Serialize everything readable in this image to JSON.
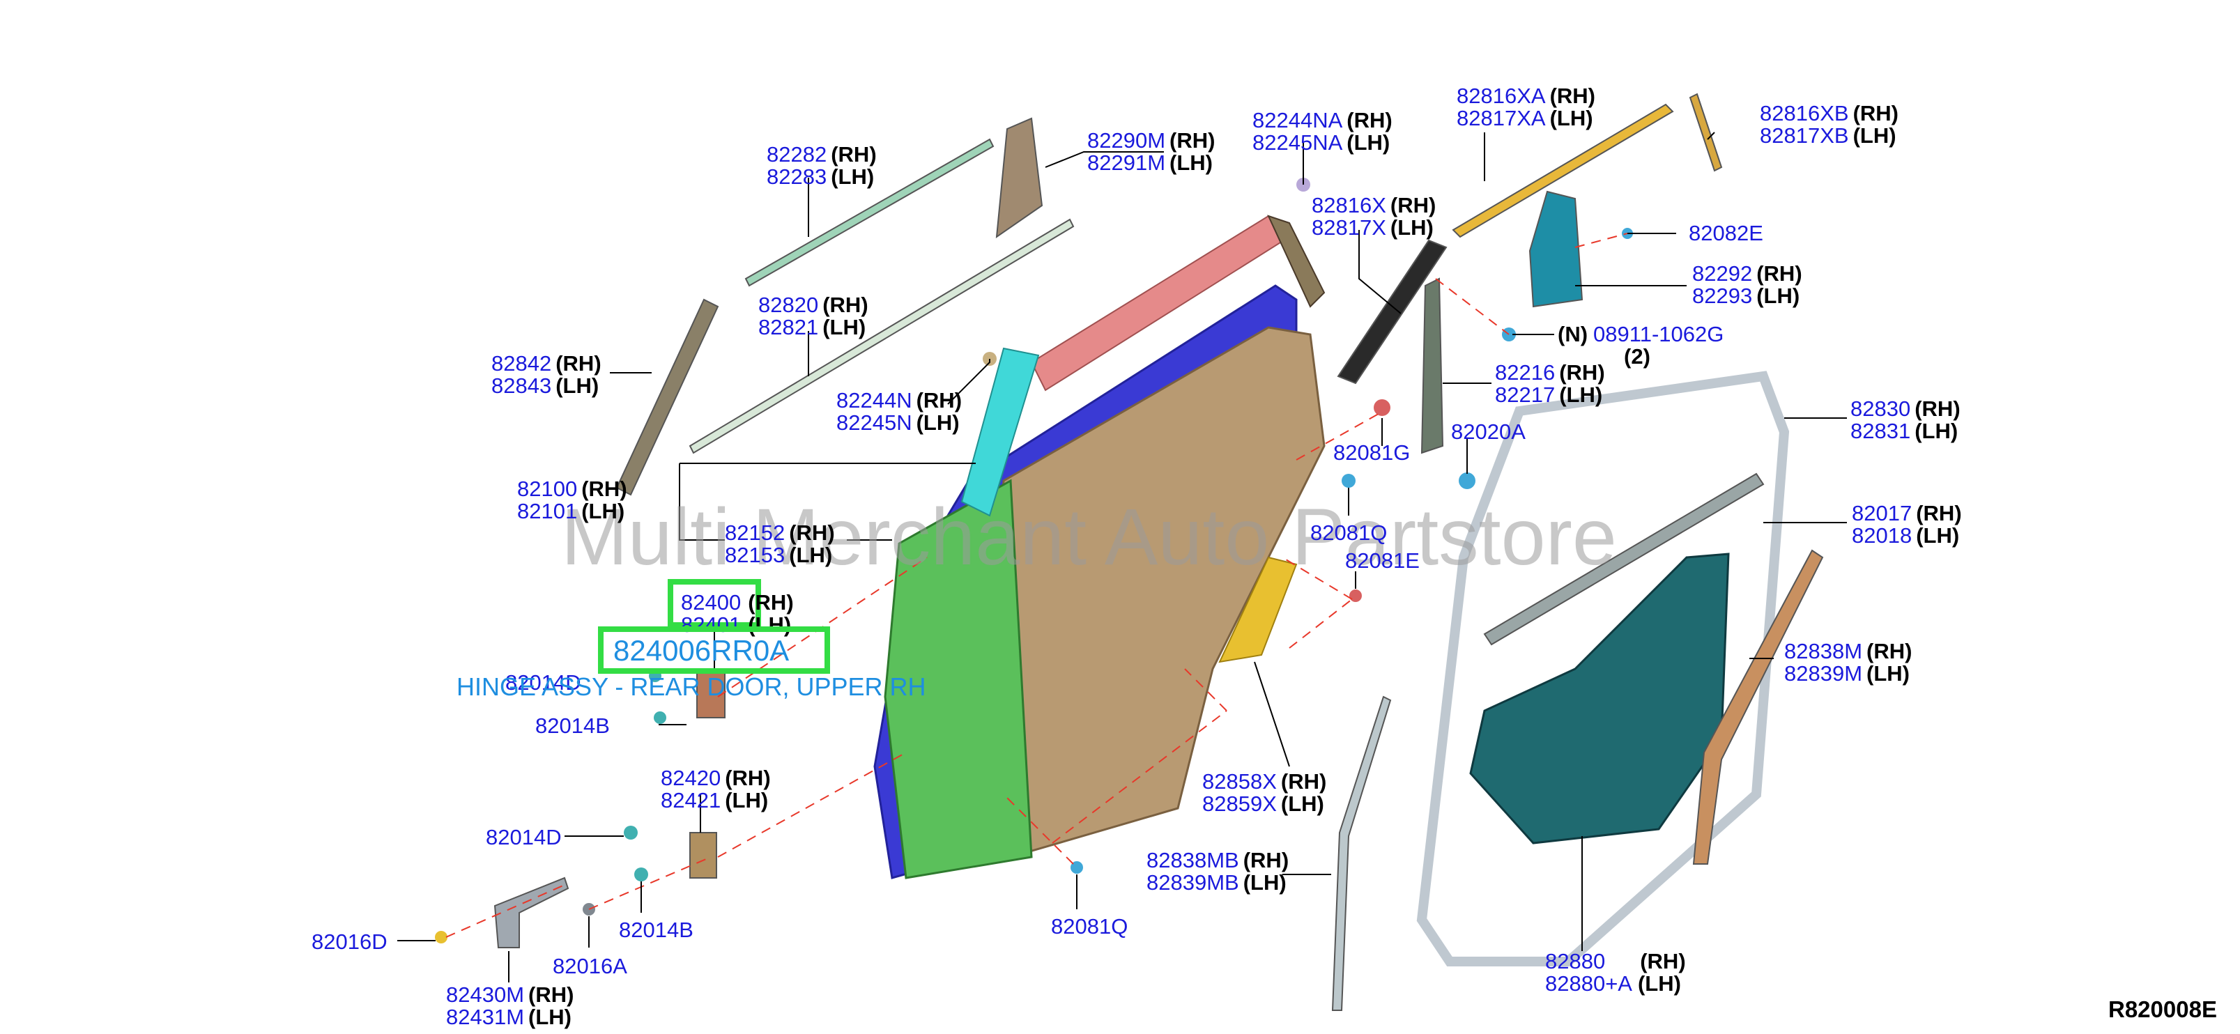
{
  "diagram_code": "R820008E",
  "watermark": "Multi Merchant Auto Partstore",
  "highlight": {
    "part_number": "824006RR0A",
    "description": "HINGE ASSY - REAR DOOR, UPPER RH"
  },
  "labels": [
    {
      "id": "l01",
      "a": "82282",
      "b": "82283",
      "ar": "(RH)",
      "br": "(LH)"
    },
    {
      "id": "l02",
      "a": "82290M",
      "b": "82291M",
      "ar": "(RH)",
      "br": "(LH)"
    },
    {
      "id": "l03",
      "a": "82244NA",
      "b": "82245NA",
      "ar": "(RH)",
      "br": "(LH)"
    },
    {
      "id": "l04",
      "a": "82816XA",
      "b": "82817XA",
      "ar": "(RH)",
      "br": "(LH)"
    },
    {
      "id": "l05",
      "a": "82816XB",
      "b": "82817XB",
      "ar": "(RH)",
      "br": "(LH)"
    },
    {
      "id": "l06",
      "a": "82816X",
      "b": "82817X",
      "ar": "(RH)",
      "br": "(LH)"
    },
    {
      "id": "l07",
      "a": "82082E",
      "b": "",
      "ar": "",
      "br": ""
    },
    {
      "id": "l08",
      "a": "82292",
      "b": "82293",
      "ar": "(RH)",
      "br": "(LH)"
    },
    {
      "id": "l09",
      "a": "82820",
      "b": "82821",
      "ar": "(RH)",
      "br": "(LH)"
    },
    {
      "id": "l10",
      "a": "82842",
      "b": "82843",
      "ar": "(RH)",
      "br": "(LH)"
    },
    {
      "id": "l11",
      "a": "08911-1062G",
      "b": "",
      "ar": "(N)",
      "br": "(2)"
    },
    {
      "id": "l12",
      "a": "82244N",
      "b": "82245N",
      "ar": "(RH)",
      "br": "(LH)"
    },
    {
      "id": "l13",
      "a": "82216",
      "b": "82217",
      "ar": "(RH)",
      "br": "(LH)"
    },
    {
      "id": "l14",
      "a": "82830",
      "b": "82831",
      "ar": "(RH)",
      "br": "(LH)"
    },
    {
      "id": "l15",
      "a": "82020A",
      "b": "",
      "ar": "",
      "br": ""
    },
    {
      "id": "l16",
      "a": "82081G",
      "b": "",
      "ar": "",
      "br": ""
    },
    {
      "id": "l17",
      "a": "82100",
      "b": "82101",
      "ar": "(RH)",
      "br": "(LH)"
    },
    {
      "id": "l18",
      "a": "82152",
      "b": "82153",
      "ar": "(RH)",
      "br": "(LH)"
    },
    {
      "id": "l19",
      "a": "82017",
      "b": "82018",
      "ar": "(RH)",
      "br": "(LH)"
    },
    {
      "id": "l20",
      "a": "82081Q",
      "b": "",
      "ar": "",
      "br": ""
    },
    {
      "id": "l21",
      "a": "82081E",
      "b": "",
      "ar": "",
      "br": ""
    },
    {
      "id": "l22",
      "a": "82400",
      "b": "82401",
      "ar": "(RH)",
      "br": "(LH)"
    },
    {
      "id": "l23",
      "a": "82838M",
      "b": "82839M",
      "ar": "(RH)",
      "br": "(LH)"
    },
    {
      "id": "l24",
      "a": "82014D",
      "b": "",
      "ar": "",
      "br": ""
    },
    {
      "id": "l25",
      "a": "82014B",
      "b": "",
      "ar": "",
      "br": ""
    },
    {
      "id": "l26",
      "a": "82420",
      "b": "82421",
      "ar": "(RH)",
      "br": "(LH)"
    },
    {
      "id": "l27",
      "a": "82858X",
      "b": "82859X",
      "ar": "(RH)",
      "br": "(LH)"
    },
    {
      "id": "l28",
      "a": "82014D",
      "b": "",
      "ar": "",
      "br": ""
    },
    {
      "id": "l29",
      "a": "82838MB",
      "b": "82839MB",
      "ar": "(RH)",
      "br": "(LH)"
    },
    {
      "id": "l30",
      "a": "82016D",
      "b": "",
      "ar": "",
      "br": ""
    },
    {
      "id": "l31",
      "a": "82014B",
      "b": "",
      "ar": "",
      "br": ""
    },
    {
      "id": "l32",
      "a": "82081Q",
      "b": "",
      "ar": "",
      "br": ""
    },
    {
      "id": "l33",
      "a": "82016A",
      "b": "",
      "ar": "",
      "br": ""
    },
    {
      "id": "l34",
      "a": "82880",
      "b": "82880+A",
      "ar": "(RH)",
      "br": "(LH)"
    },
    {
      "id": "l35",
      "a": "82430M",
      "b": "82431M",
      "ar": "(RH)",
      "br": "(LH)"
    }
  ]
}
